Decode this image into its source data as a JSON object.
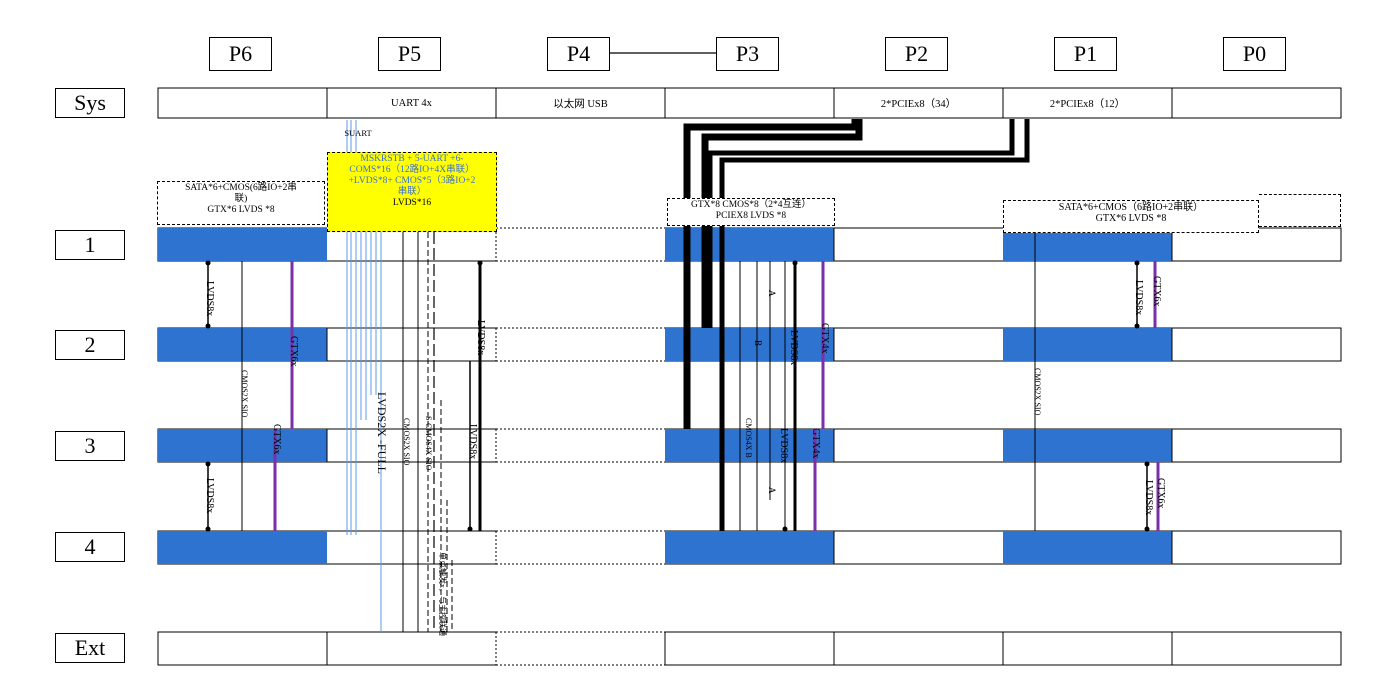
{
  "columns": [
    "P6",
    "P5",
    "P4",
    "P3",
    "P2",
    "P1",
    "P0"
  ],
  "rows": [
    "Sys",
    "1",
    "2",
    "3",
    "4",
    "Ext"
  ],
  "sys_slots": [
    "",
    "UART 4x",
    "以太网 USB",
    "",
    "2*PCIEx8（34）",
    "2*PCIEx8（12）",
    ""
  ],
  "notes": {
    "p6": [
      "SATA*6+CMOS(6路IO+2串",
      "联)",
      "GTX*6  LVDS *8"
    ],
    "p5_top": "SUART",
    "p5": [
      "MSKRSTB + 5-UART +6-",
      "COMS*16（12路IO+4X串联）",
      "+LVDS*8+ CMOS*5（3路IO+2",
      "串联）"
    ],
    "p5_strong": "LVDS*16",
    "p3": [
      "GTX*8  CMOS*8（2*4互连）",
      "PCIEX8 LVDS *8"
    ],
    "p1": [
      "SATA*6+CMOS（6路IO+2串联）",
      "GTX*6  LVDS *8"
    ]
  },
  "link_labels": {
    "p6_12_lvds": "LVDS8x",
    "p6_23_gtx": "GTX6x",
    "p6_24_cmos": "CMOS2X SIO",
    "p6_34_gtx": "GTX6x",
    "p6_34_lvds": "LVDS8x",
    "p5_lvds_full": "LVDS2X -FULL",
    "p5_cmos": "CMOS2X SIO",
    "p5_cmos_b": "S-CMOS4X SIO",
    "p5_23_lvds": "LVDS8x",
    "p5_34_lvds": "LVDS8x",
    "p5_relay": "单点触发x，与主控联通",
    "p3_a": "A",
    "p3_b": "B",
    "p3_23_lvds": "LVDS8x",
    "p3_23_gtx": "GTX4x",
    "p3_cmos": "CMOS4X B",
    "p3_34_lvds": "LVDS8x",
    "p3_34_gtx": "GTX4x",
    "p3_a2": "A",
    "p1_12_gtx": "GTX6x",
    "p1_12_lvds": "LVDS8x",
    "p1_24_cmos": "CMOS2X SIO",
    "p1_34_gtx": "GTX6x",
    "p1_34_lvds": "LVDS8x"
  },
  "colors": {
    "block": "#2f73d1",
    "highlight": "#ffff00",
    "purple": "#7b2fa8",
    "lightblue": "#5b9be8",
    "ink": "#000000"
  }
}
